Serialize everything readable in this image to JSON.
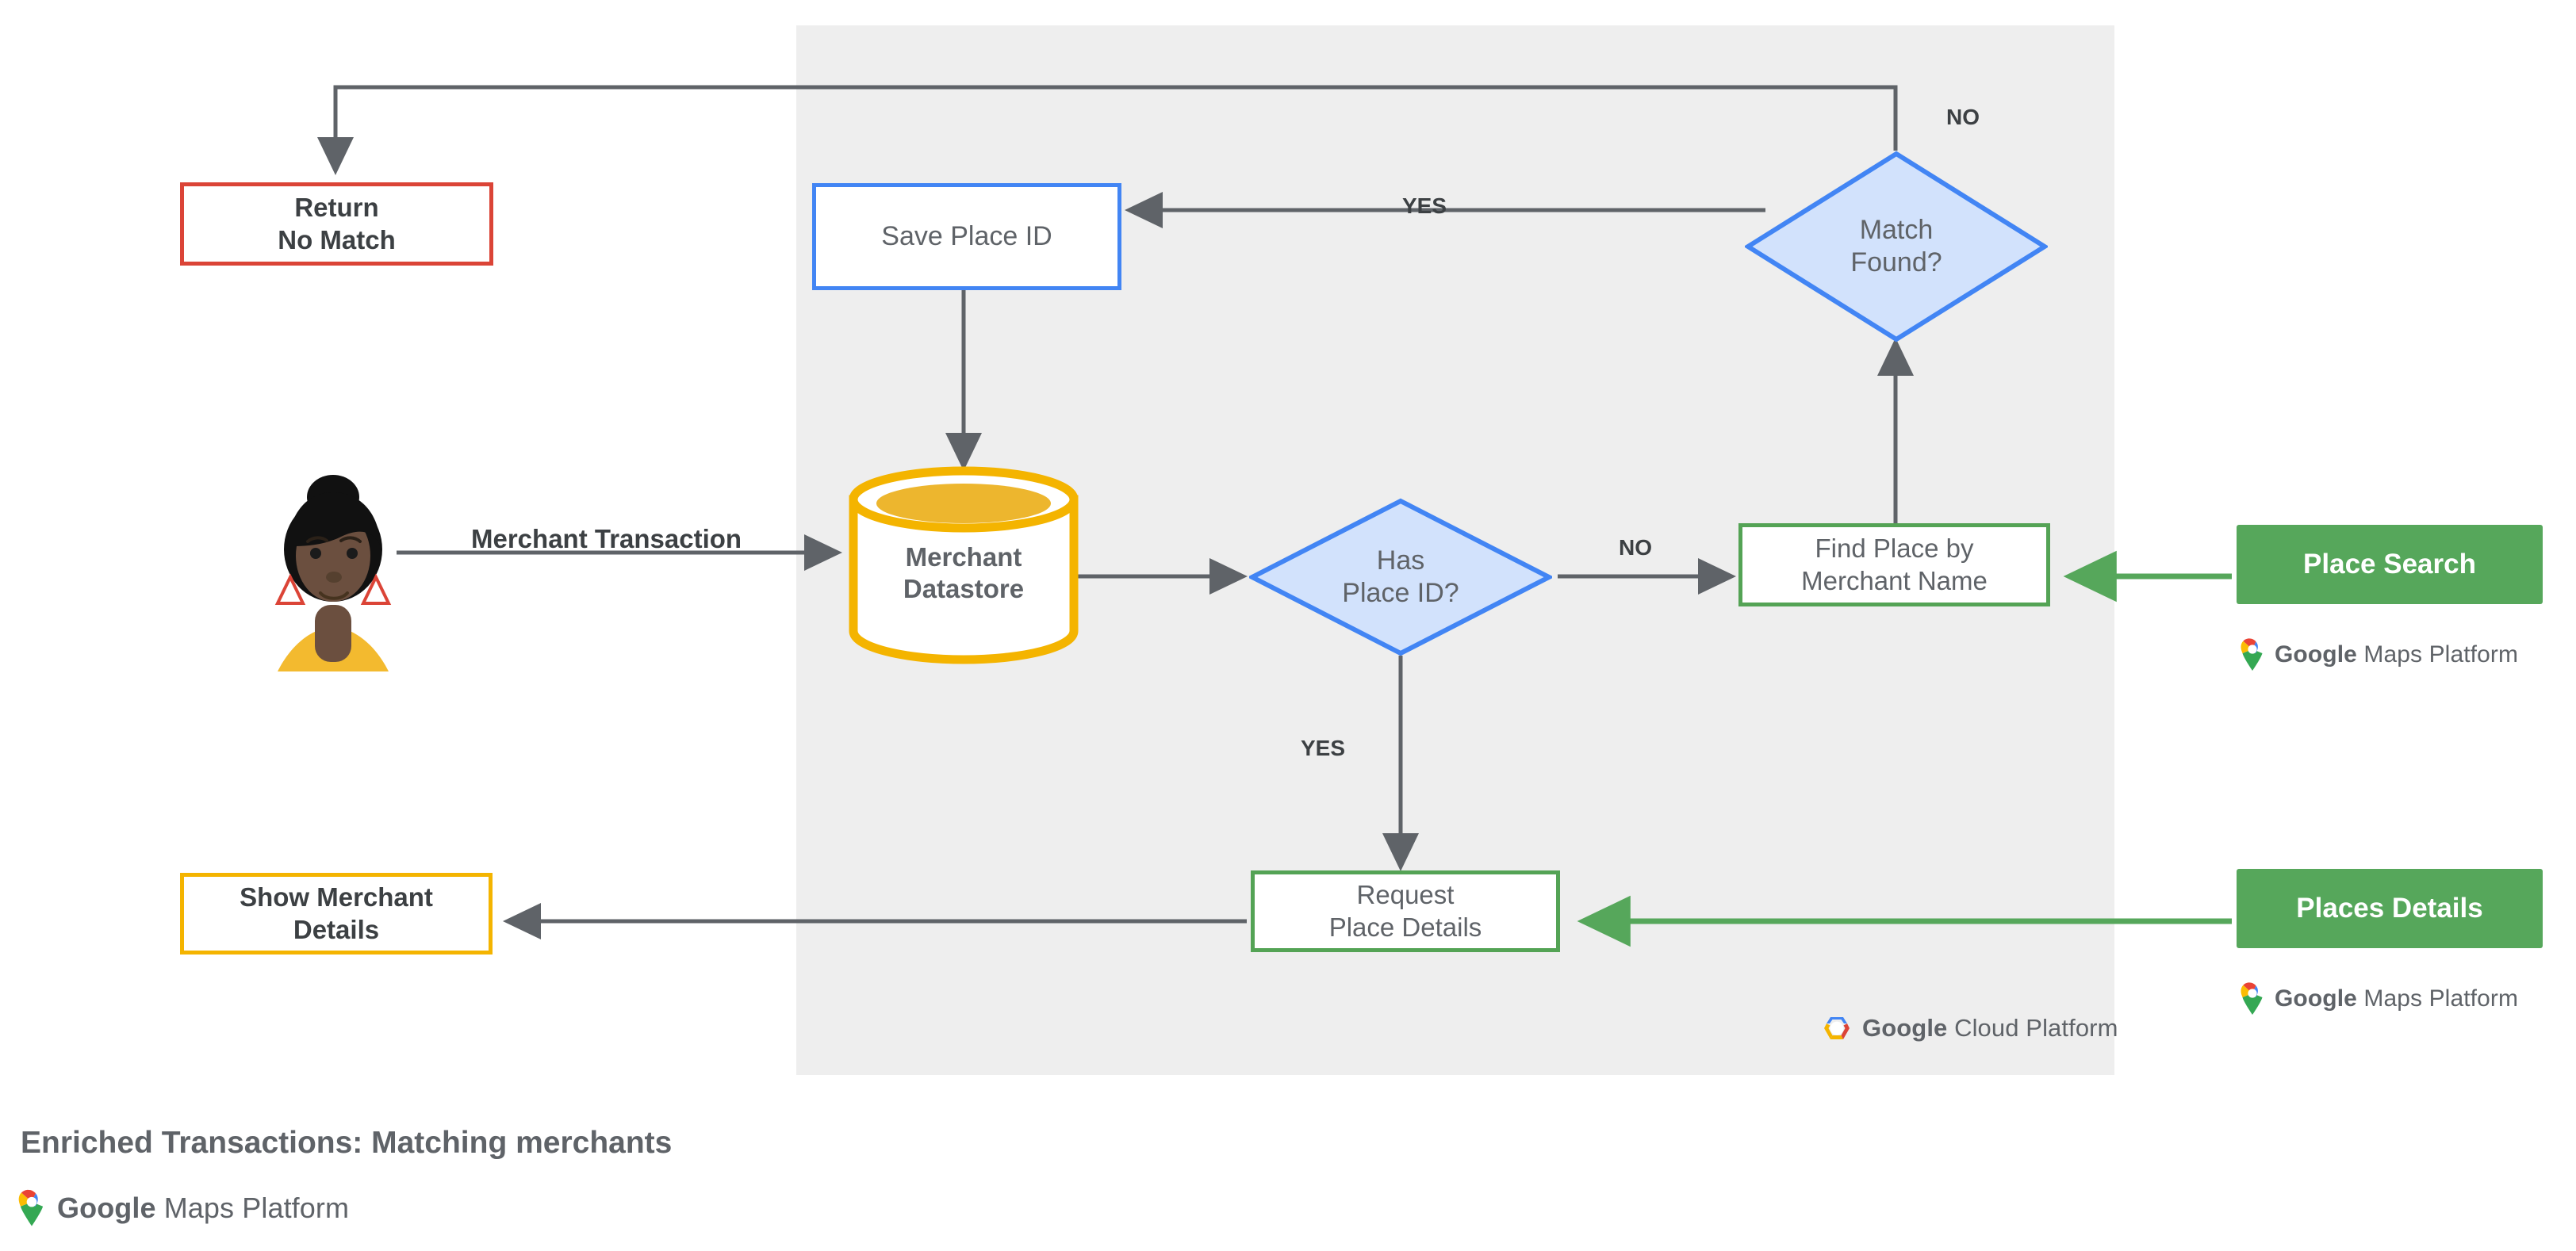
{
  "diagram": {
    "caption": "Enriched Transactions: Matching merchants",
    "platform_panel_label": "Google Cloud Platform",
    "colors": {
      "panel_bg": "#eeeeee",
      "red": "#DB4437",
      "blue": "#4285F4",
      "blue_fill": "#D2E2FC",
      "yellow": "#F4B400",
      "green_outline": "#54A355",
      "green_solid": "#56A75B",
      "connector": "#5f6368",
      "text": "#5f6368"
    }
  },
  "nodes": {
    "return_no_match": {
      "line1": "Return",
      "line2": "No Match"
    },
    "save_place_id": {
      "line1": "Save Place ID"
    },
    "match_found": {
      "line1": "Match",
      "line2": "Found?"
    },
    "merchant_datastore": {
      "line1": "Merchant",
      "line2": "Datastore"
    },
    "has_place_id": {
      "line1": "Has",
      "line2": "Place ID?"
    },
    "find_place_by_merchant_name": {
      "line1": "Find Place by",
      "line2": "Merchant Name"
    },
    "place_search": {
      "line1": "Place Search"
    },
    "request_place_details": {
      "line1": "Request",
      "line2": "Place Details"
    },
    "places_details": {
      "line1": "Places Details"
    },
    "show_merchant_details": {
      "line1": "Show Merchant",
      "line2": "Details"
    }
  },
  "edge_labels": {
    "merchant_transaction": "Merchant Transaction",
    "yes_match_found": "YES",
    "no_match_found": "NO",
    "no_has_place_id": "NO",
    "yes_has_place_id": "YES"
  },
  "brands": {
    "maps_platform": {
      "bold": "Google",
      "rest": " Maps Platform"
    },
    "cloud_platform": {
      "bold": "Google",
      "rest": " Cloud Platform"
    }
  }
}
